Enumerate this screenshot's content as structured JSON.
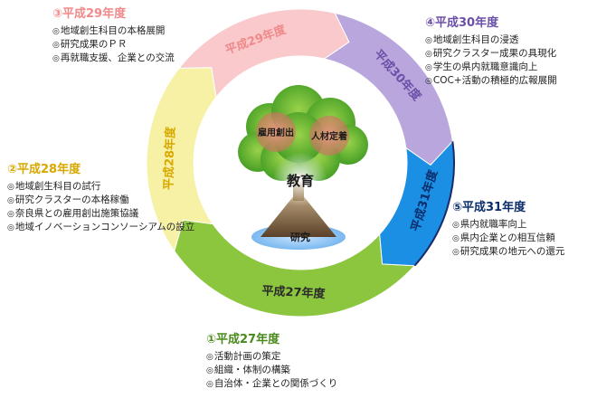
{
  "phases": [
    {
      "key": "h27",
      "heading": "①平成27年度",
      "ring_label": "平成27年度",
      "color": "#8cc63f",
      "text_color": "#2a2a2a",
      "items": [
        "活動計画の策定",
        "組織・体制の構築",
        "自治体・企業との関係づくり"
      ]
    },
    {
      "key": "h28",
      "heading": "②平成28年度",
      "ring_label": "平成28年度",
      "color": "#f6f1a5",
      "text_color": "#d9a800",
      "items": [
        "地域創生科目の試行",
        "研究クラスターの本格稼働",
        "奈良県との雇用創出施策協議",
        "地域イノベーションコンソーシアムの設立"
      ]
    },
    {
      "key": "h29",
      "heading": "③平成29年度",
      "ring_label": "平成29年度",
      "color": "#f9c9cc",
      "text_color": "#f08a8a",
      "items": [
        "地域創生科目の本格展開",
        "研究成果のＰＲ",
        "再就職支援、企業との交流"
      ]
    },
    {
      "key": "h30",
      "heading": "④平成30年度",
      "ring_label": "平成30年度",
      "color": "#b9a6dc",
      "text_color": "#6b4fa8",
      "items": [
        "地域創生科目の浸透",
        "研究クラスター成果の具現化",
        "学生の県内就職意識向上",
        "COC+活動の積極的広報展開"
      ]
    },
    {
      "key": "h31",
      "heading": "⑤平成31年度",
      "ring_label": "平成31年度",
      "color": "#1a8fe3",
      "text_color": "#0b2d6b",
      "items": [
        "県内就職率向上",
        "県内企業との相互信頼",
        "研究成果の地元への還元"
      ]
    }
  ],
  "tree": {
    "bubble_left": "雇用創出",
    "bubble_right": "人材定着",
    "center": "教育",
    "base": "研究"
  }
}
